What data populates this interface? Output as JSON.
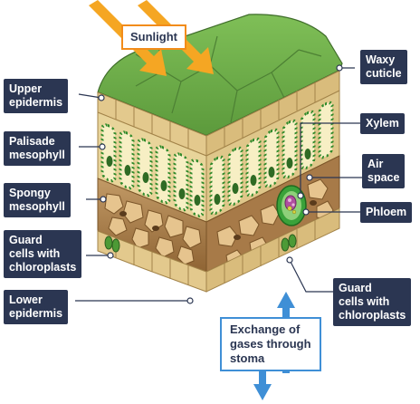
{
  "labels": {
    "sunlight": "Sunlight",
    "waxy_cuticle": "Waxy\ncuticle",
    "upper_epidermis": "Upper\nepidermis",
    "palisade_mesophyll": "Palisade\nmesophyll",
    "spongy_mesophyll": "Spongy\nmesophyll",
    "guard_cells_left": "Guard\ncells with\nchloroplasts",
    "lower_epidermis": "Lower\nepidermis",
    "xylem": "Xylem",
    "air_space": "Air\nspace",
    "phloem": "Phloem",
    "guard_cells_right": "Guard\ncells with\nchloroplasts",
    "exchange_gases": "Exchange of\ngases through\nstoma"
  },
  "colors": {
    "label_background": "#2b3652",
    "label_text": "#ffffff",
    "sunlight_arrow": "#f5a623",
    "sunlight_border": "#f28c1a",
    "gas_arrow": "#3f8fd6",
    "cuticle_green": "#6aa84f",
    "epidermis_tan": "#e3c98d",
    "palisade_cell": "#f6ecbc",
    "chloroplast": "#3f9a2e",
    "spongy_brown": "#a5794a"
  }
}
